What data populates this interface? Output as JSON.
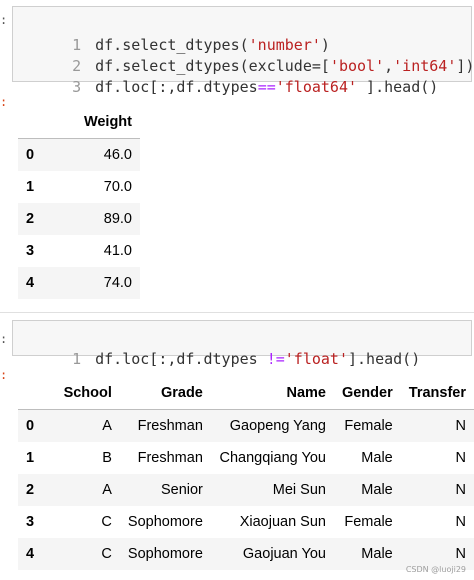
{
  "cell1": {
    "lines": [
      {
        "num": "1",
        "pre": "df.select_dtypes(",
        "str": "'number'",
        "post": ")",
        "kw": "",
        "post2": "",
        "str2": "",
        "end": ""
      },
      {
        "num": "2",
        "pre": "df.select_dtypes(exclude=",
        "kw": "[",
        "str": "'bool'",
        "post": ",",
        "str2": "'int64'",
        "end": "])",
        "post2": ""
      },
      {
        "num": "3",
        "pre": "df.loc[:,df.dtypes",
        "kw": "==",
        "str": "'float64'",
        "post": " ].head()",
        "post2": "",
        "str2": "",
        "end": ""
      }
    ]
  },
  "output1": {
    "columns": [
      "Weight"
    ],
    "rows": [
      {
        "index": "0",
        "values": [
          "46.0"
        ]
      },
      {
        "index": "1",
        "values": [
          "70.0"
        ]
      },
      {
        "index": "2",
        "values": [
          "89.0"
        ]
      },
      {
        "index": "3",
        "values": [
          "41.0"
        ]
      },
      {
        "index": "4",
        "values": [
          "74.0"
        ]
      }
    ]
  },
  "cell2": {
    "num": "1",
    "pre": "df.loc[:,df.dtypes ",
    "kw": "!=",
    "str": "'float'",
    "post": "].head()"
  },
  "output2": {
    "columns": [
      "School",
      "Grade",
      "Name",
      "Gender",
      "Transfer"
    ],
    "rows": [
      {
        "index": "0",
        "values": [
          "A",
          "Freshman",
          "Gaopeng Yang",
          "Female",
          "N"
        ]
      },
      {
        "index": "1",
        "values": [
          "B",
          "Freshman",
          "Changqiang You",
          "Male",
          "N"
        ]
      },
      {
        "index": "2",
        "values": [
          "A",
          "Senior",
          "Mei Sun",
          "Male",
          "N"
        ]
      },
      {
        "index": "3",
        "values": [
          "C",
          "Sophomore",
          "Xiaojuan Sun",
          "Female",
          "N"
        ]
      },
      {
        "index": "4",
        "values": [
          "C",
          "Sophomore",
          "Gaojuan You",
          "Male",
          "N"
        ]
      }
    ]
  },
  "markers": {
    "colon": ":",
    "out": ":"
  },
  "watermark": "CSDN @luoji29"
}
